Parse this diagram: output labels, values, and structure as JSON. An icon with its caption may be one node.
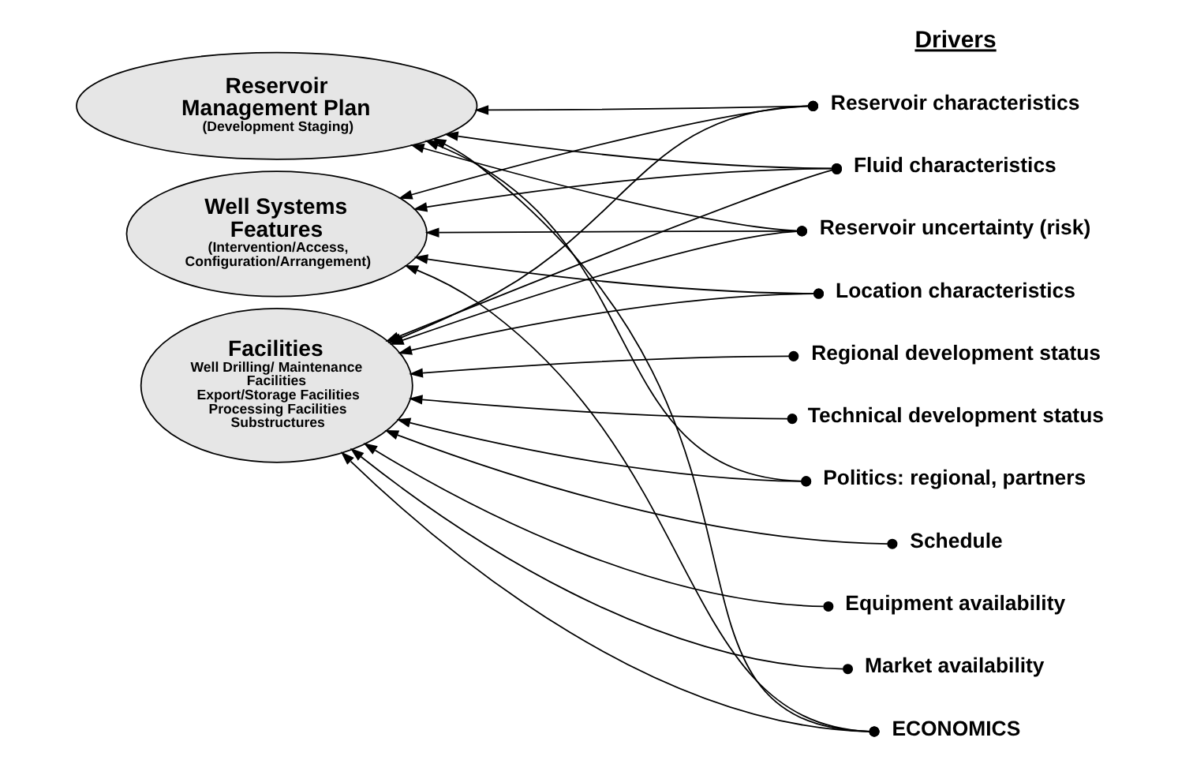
{
  "diagram": {
    "nodes": [
      {
        "text": [
          "Reservoir Management Plan",
          "(Development Staging)"
        ]
      },
      {
        "text": [
          "Well Systems Features",
          "(Intervention/Access, Configuration/Arrangement)"
        ]
      },
      {
        "text": [
          "Facilities",
          "Well Drilling/ Maintenance Facilities",
          "Export/Storage Facilities",
          "Processing Facilities",
          "Substructures"
        ]
      },
      {
        "text": [
          "Reservoir characteristics"
        ]
      },
      {
        "text": [
          "Fluid characteristics"
        ]
      },
      {
        "text": [
          "Reservoir uncertainty (risk)"
        ]
      },
      {
        "text": [
          "Location characteristics"
        ]
      },
      {
        "text": [
          "Regional development status"
        ]
      },
      {
        "text": [
          "Technical development status"
        ]
      },
      {
        "text": [
          "Politics: regional, partners"
        ]
      },
      {
        "text": [
          "Schedule"
        ]
      },
      {
        "text": [
          "Equipment availability"
        ]
      },
      {
        "text": [
          "Market availability"
        ]
      },
      {
        "text": [
          "ECONOMICS"
        ]
      }
    ],
    "edges": [
      {
        "from": 3,
        "to": 0,
        "arrow": "to"
      },
      {
        "from": 4,
        "to": 0,
        "arrow": "to"
      },
      {
        "from": 5,
        "to": 0,
        "arrow": "to"
      },
      {
        "from": 9,
        "to": 0,
        "arrow": "to"
      },
      {
        "from": 13,
        "to": 0,
        "arrow": "to"
      },
      {
        "from": 3,
        "to": 1,
        "arrow": "to"
      },
      {
        "from": 4,
        "to": 1,
        "arrow": "to"
      },
      {
        "from": 5,
        "to": 1,
        "arrow": "to"
      },
      {
        "from": 6,
        "to": 1,
        "arrow": "to"
      },
      {
        "from": 13,
        "to": 1,
        "arrow": "to"
      },
      {
        "from": 3,
        "to": 2,
        "arrow": "to"
      },
      {
        "from": 4,
        "to": 2,
        "arrow": "to"
      },
      {
        "from": 5,
        "to": 2,
        "arrow": "to"
      },
      {
        "from": 6,
        "to": 2,
        "arrow": "to"
      },
      {
        "from": 7,
        "to": 2,
        "arrow": "to"
      },
      {
        "from": 8,
        "to": 2,
        "arrow": "to"
      },
      {
        "from": 9,
        "to": 2,
        "arrow": "to"
      },
      {
        "from": 10,
        "to": 2,
        "arrow": "to"
      },
      {
        "from": 11,
        "to": 2,
        "arrow": "to"
      },
      {
        "from": 12,
        "to": 2,
        "arrow": "to"
      },
      {
        "from": 13,
        "to": 2,
        "arrow": "to"
      }
    ],
    "labels": [
      "Drivers"
    ]
  }
}
